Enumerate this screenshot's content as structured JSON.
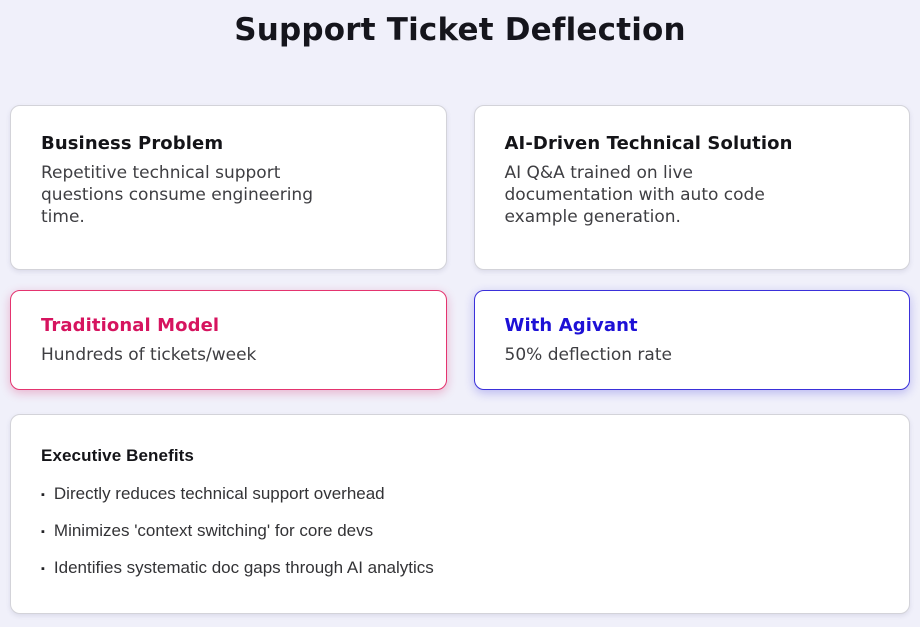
{
  "page": {
    "title": "Support Ticket Deflection",
    "background_color": "#f0f0fa"
  },
  "cards": {
    "business_problem": {
      "title": "Business Problem",
      "body": "Repetitive technical support questions consume engineering time."
    },
    "ai_solution": {
      "title": "AI-Driven Technical Solution",
      "body": "AI Q&A trained on live documentation with auto code example generation."
    },
    "traditional_model": {
      "title": "Traditional Model",
      "body": "Hundreds of tickets/week",
      "accent_color": "#d6145f"
    },
    "with_agivant": {
      "title": "With Agivant",
      "body": "50% deflection rate",
      "accent_color": "#1d10d6"
    },
    "executive_benefits": {
      "title": "Executive Benefits",
      "bullet_glyph": "▪",
      "items": [
        "Directly reduces technical support overhead",
        "Minimizes 'context switching' for core devs",
        "Identifies systematic doc gaps through AI analytics"
      ]
    }
  }
}
